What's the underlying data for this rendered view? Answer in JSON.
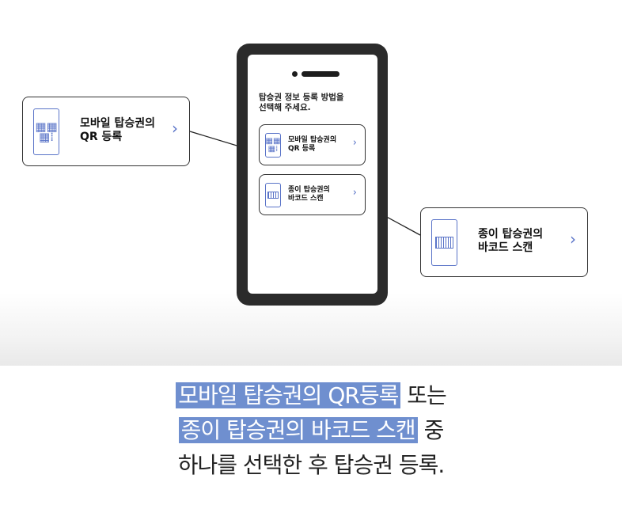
{
  "phone": {
    "title": "탑승권 정보 등록 방법을\n선택해 주세요.",
    "options": [
      {
        "label": "모바일 탑승권의\nQR 등록",
        "chevron": "›",
        "icon": "qr-code-icon"
      },
      {
        "label": "종이 탑승권의\n바코드 스캔",
        "chevron": "›",
        "icon": "barcode-icon"
      }
    ]
  },
  "callouts": [
    {
      "label": "모바일 탑승권의\nQR 등록",
      "chevron": "›",
      "icon": "qr-code-icon"
    },
    {
      "label": "종이 탑승권의\n바코드 스캔",
      "chevron": "›",
      "icon": "barcode-icon"
    }
  ],
  "caption": {
    "line1_highlight": "모바일 탑승권의 QR등록",
    "line1_rest": " 또는",
    "line2_highlight": "종이 탑승권의 바코드 스캔",
    "line2_rest": " 중",
    "line3": "하나를 선택한 후 탑승권 등록."
  },
  "colors": {
    "accent": "#5a74c8",
    "highlight": "#6f8fcf",
    "phone": "#2b2b2b"
  }
}
